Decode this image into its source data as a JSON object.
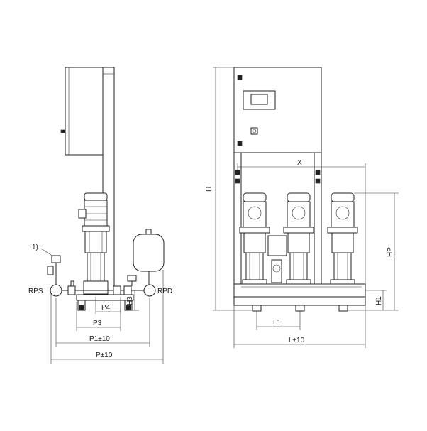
{
  "labels": {
    "footnote": "1)",
    "rps": "RPS",
    "rpd": "RPD",
    "p4": "P4",
    "p3": "P3",
    "h3": "H3",
    "p1": "P1±10",
    "p": "P±10",
    "h": "H",
    "x": "X",
    "hp": "HP",
    "h1": "H1",
    "l1": "L1",
    "l": "L±10"
  },
  "colors": {
    "line": "#222222",
    "background": "#ffffff"
  }
}
